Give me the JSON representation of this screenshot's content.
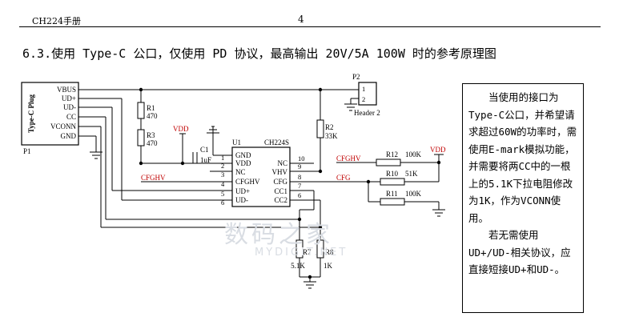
{
  "header": {
    "manual": "CH224手册",
    "page": "4"
  },
  "section_title": "6.3.使用 Type-C 公口，仅使用 PD 协议，最高输出 20V/5A 100W 时的参考原理图",
  "note": {
    "para1": "当使用的接口为Type-C公口，并希望请求超过60W的功率时，需使用E-mark模拟功能，并需要将两CC中的一根上的5.1K下拉电阻修改为1K，作为VCONN使用。",
    "para2": "若无需使用UD+/UD-相关协议，应直接短接UD+和UD-。"
  },
  "watermark": {
    "cn": "数码之家",
    "en": "MYDIGIT.NET"
  },
  "schematic": {
    "p1": {
      "name": "Type-C Plug",
      "ref": "P1",
      "pins": [
        "VBUS",
        "UD+",
        "UD-",
        "CC",
        "VCONN",
        "GND"
      ]
    },
    "p2": {
      "ref": "P2",
      "name": "Header 2",
      "pin1": "1",
      "pin2": "2"
    },
    "r1": {
      "ref": "R1",
      "value": "470"
    },
    "r3": {
      "ref": "R3",
      "value": "470"
    },
    "r2": {
      "ref": "R2",
      "value": "33K"
    },
    "c1": {
      "ref": "C1",
      "value": "1uF"
    },
    "vdd_left": "VDD",
    "vdd_right": "VDD",
    "cfghv_left": "CFGHV",
    "cfghv_right": "CFGHV",
    "cfg_right": "CFG",
    "u1": {
      "ref": "U1",
      "part": "CH224S",
      "left_pins": [
        {
          "num": "1",
          "name": "GND"
        },
        {
          "num": "2",
          "name": "VDD"
        },
        {
          "num": "3",
          "name": "NC"
        },
        {
          "num": "4",
          "name": "CFGHV"
        },
        {
          "num": "5",
          "name": "UD+"
        },
        {
          "num": "6",
          "name": "UD-"
        }
      ],
      "right_pins": [
        {
          "num": "10",
          "name": "NC"
        },
        {
          "num": "9",
          "name": "VHV"
        },
        {
          "num": "8",
          "name": "CFG"
        },
        {
          "num": "7",
          "name": "CC1"
        },
        {
          "num": "6",
          "name": "CC2"
        }
      ]
    },
    "r12": {
      "ref": "R12",
      "value": "100K"
    },
    "r10": {
      "ref": "R10",
      "value": "51K"
    },
    "r11": {
      "ref": "R11",
      "value": "100K"
    },
    "r7": {
      "ref": "R7",
      "value": "5.1K"
    },
    "r8": {
      "ref": "R8",
      "value": "1K"
    }
  }
}
